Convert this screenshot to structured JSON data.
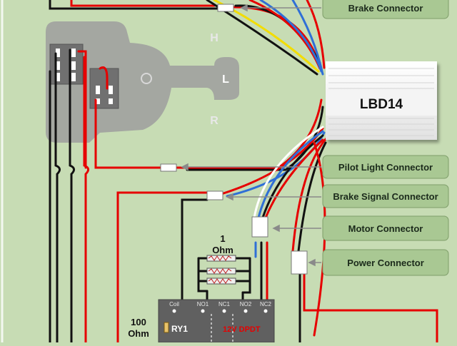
{
  "labels": {
    "brake_connector": "Brake Connector",
    "pilot_light_connector": "Pilot Light Connector",
    "brake_signal_connector": "Brake Signal Connector",
    "motor_connector": "Motor Connector",
    "power_connector": "Power Connector"
  },
  "controller": {
    "name": "LBD14"
  },
  "switch_positions": {
    "high": "H",
    "low": "L",
    "reverse": "R"
  },
  "resistor_1": {
    "value": "1",
    "unit": "Ohm"
  },
  "resistor_100": {
    "value": "100",
    "unit": "Ohm"
  },
  "relay": {
    "name": "RY1",
    "type": "12V DPDT",
    "pins": [
      "Coil",
      "NO1",
      "NC1",
      "NO2",
      "NC2"
    ]
  },
  "colors": {
    "background": "#c7dcb4",
    "label_fill": "#a9c893",
    "label_text": "#1b2a1b",
    "wire_red": "#e60000",
    "wire_black": "#111111",
    "wire_blue": "#2f6fd6",
    "wire_white": "#ffffff",
    "wire_yellow": "#f2dd00"
  }
}
